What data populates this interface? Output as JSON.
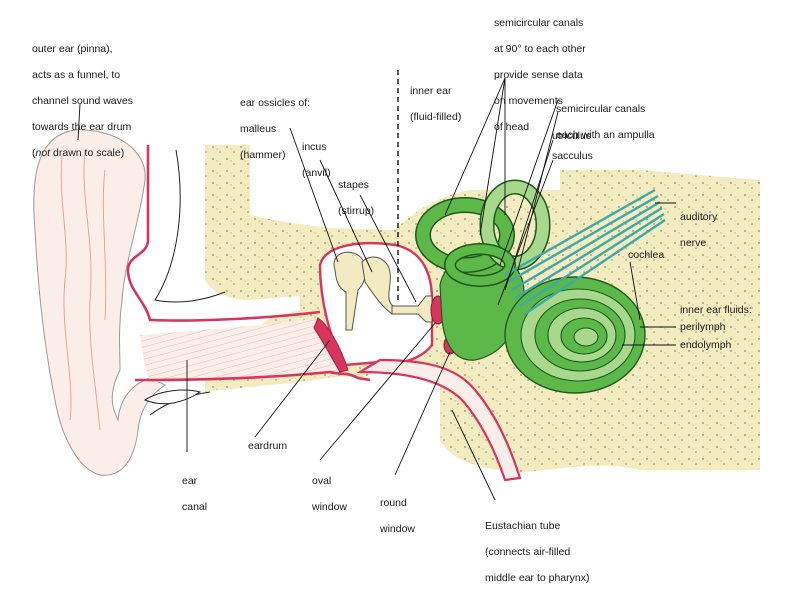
{
  "labels": {
    "outer_ear": [
      "outer ear (pinna),",
      "acts as a funnel, to",
      "channel sound waves",
      "towards the ear drum"
    ],
    "outer_ear_note_em": "not",
    "outer_ear_note_pre": "(",
    "outer_ear_note_post": " drawn to scale)",
    "ossicles": [
      "ear ossicles of:",
      "malleus",
      "(hammer)"
    ],
    "incus": [
      "incus",
      "(anvil)"
    ],
    "stapes": [
      "stapes",
      "(stirrup)"
    ],
    "inner_ear": [
      "inner ear",
      "(fluid-filled)"
    ],
    "semicircular_top": [
      "semicircular canals",
      "at 90° to each other",
      "provide sense data",
      "on movements",
      "of head"
    ],
    "semicircular_ampulla": [
      "semicircular canals",
      "each with an ampulla"
    ],
    "utriculus": "utriculus",
    "sacculus": "sacculus",
    "auditory_nerve": [
      "auditory",
      "nerve"
    ],
    "cochlea": "cochlea",
    "inner_fluids": "inner ear fluids:",
    "perilymph": "perilymph",
    "endolymph": "endolymph",
    "ear_canal": [
      "ear",
      "canal"
    ],
    "eardrum": "eardrum",
    "oval_window": [
      "oval",
      "window"
    ],
    "round_window": [
      "round",
      "window"
    ],
    "eustachian": [
      "Eustachian tube",
      "(connects air-filled",
      "middle ear to pharynx)"
    ]
  },
  "colors": {
    "bone": "#f3ecc0",
    "bone_dots": "#8d8a6a",
    "skin_fill": "#fbeee9",
    "skin_line": "#e39a9a",
    "membrane": "#d8345c",
    "inner_green": "#5db84a",
    "inner_green_light": "#a8d88c",
    "nerve": "#3fa9a8",
    "line": "#111111"
  }
}
